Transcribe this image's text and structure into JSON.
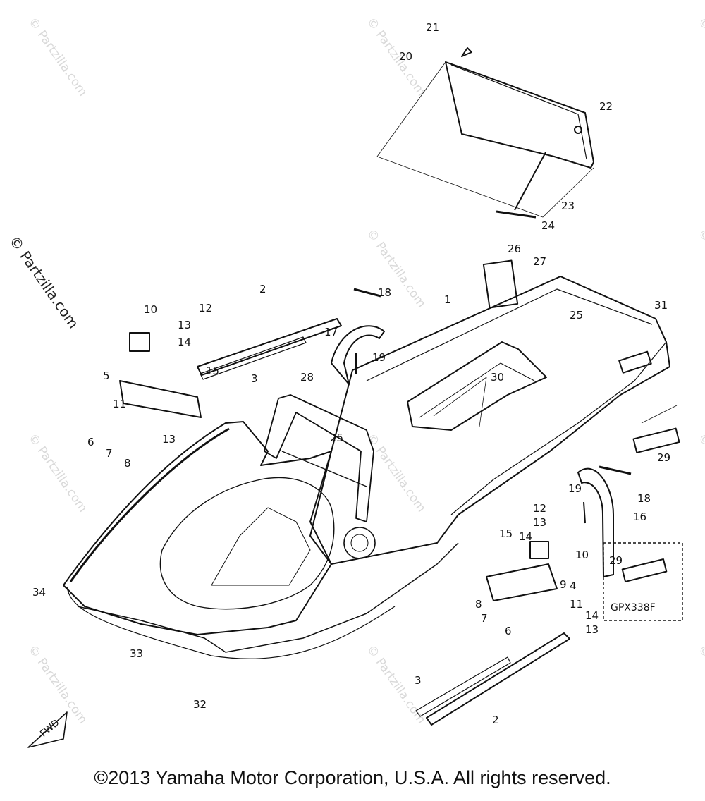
{
  "watermark": "© Partzilla.com",
  "side_watermark": "© Partzilla.com",
  "copyright": "©2013 Yamaha Motor Corporation, U.S.A. All rights reserved.",
  "direction_badge": "FWD",
  "variant_box_label": "GPX338F",
  "callouts": [
    "21",
    "20",
    "22",
    "23",
    "24",
    "26",
    "27",
    "25",
    "31",
    "2",
    "18",
    "1",
    "10",
    "12",
    "13",
    "14",
    "17",
    "19",
    "3",
    "5",
    "15",
    "28",
    "30",
    "11",
    "13",
    "6",
    "7",
    "8",
    "25",
    "29",
    "12",
    "13",
    "14",
    "15",
    "19",
    "16",
    "18",
    "10",
    "9",
    "4",
    "8",
    "7",
    "6",
    "11",
    "14",
    "13",
    "29",
    "34",
    "33",
    "32",
    "3",
    "2"
  ],
  "colors": {
    "line": "#111111",
    "watermark": "#d9d9d9",
    "background": "#ffffff"
  }
}
